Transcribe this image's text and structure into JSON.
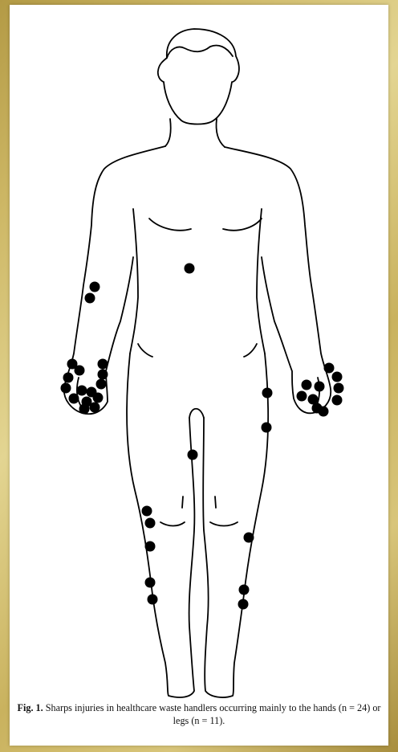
{
  "figure": {
    "label": "Fig. 1.",
    "caption_text": "Sharps injuries in healthcare waste handlers occurring mainly to the hands (n = 24) or legs (n = 11).",
    "hands_count": 24,
    "legs_count": 11
  },
  "colors": {
    "background": "#d8c57a",
    "marker": "#000000"
  }
}
